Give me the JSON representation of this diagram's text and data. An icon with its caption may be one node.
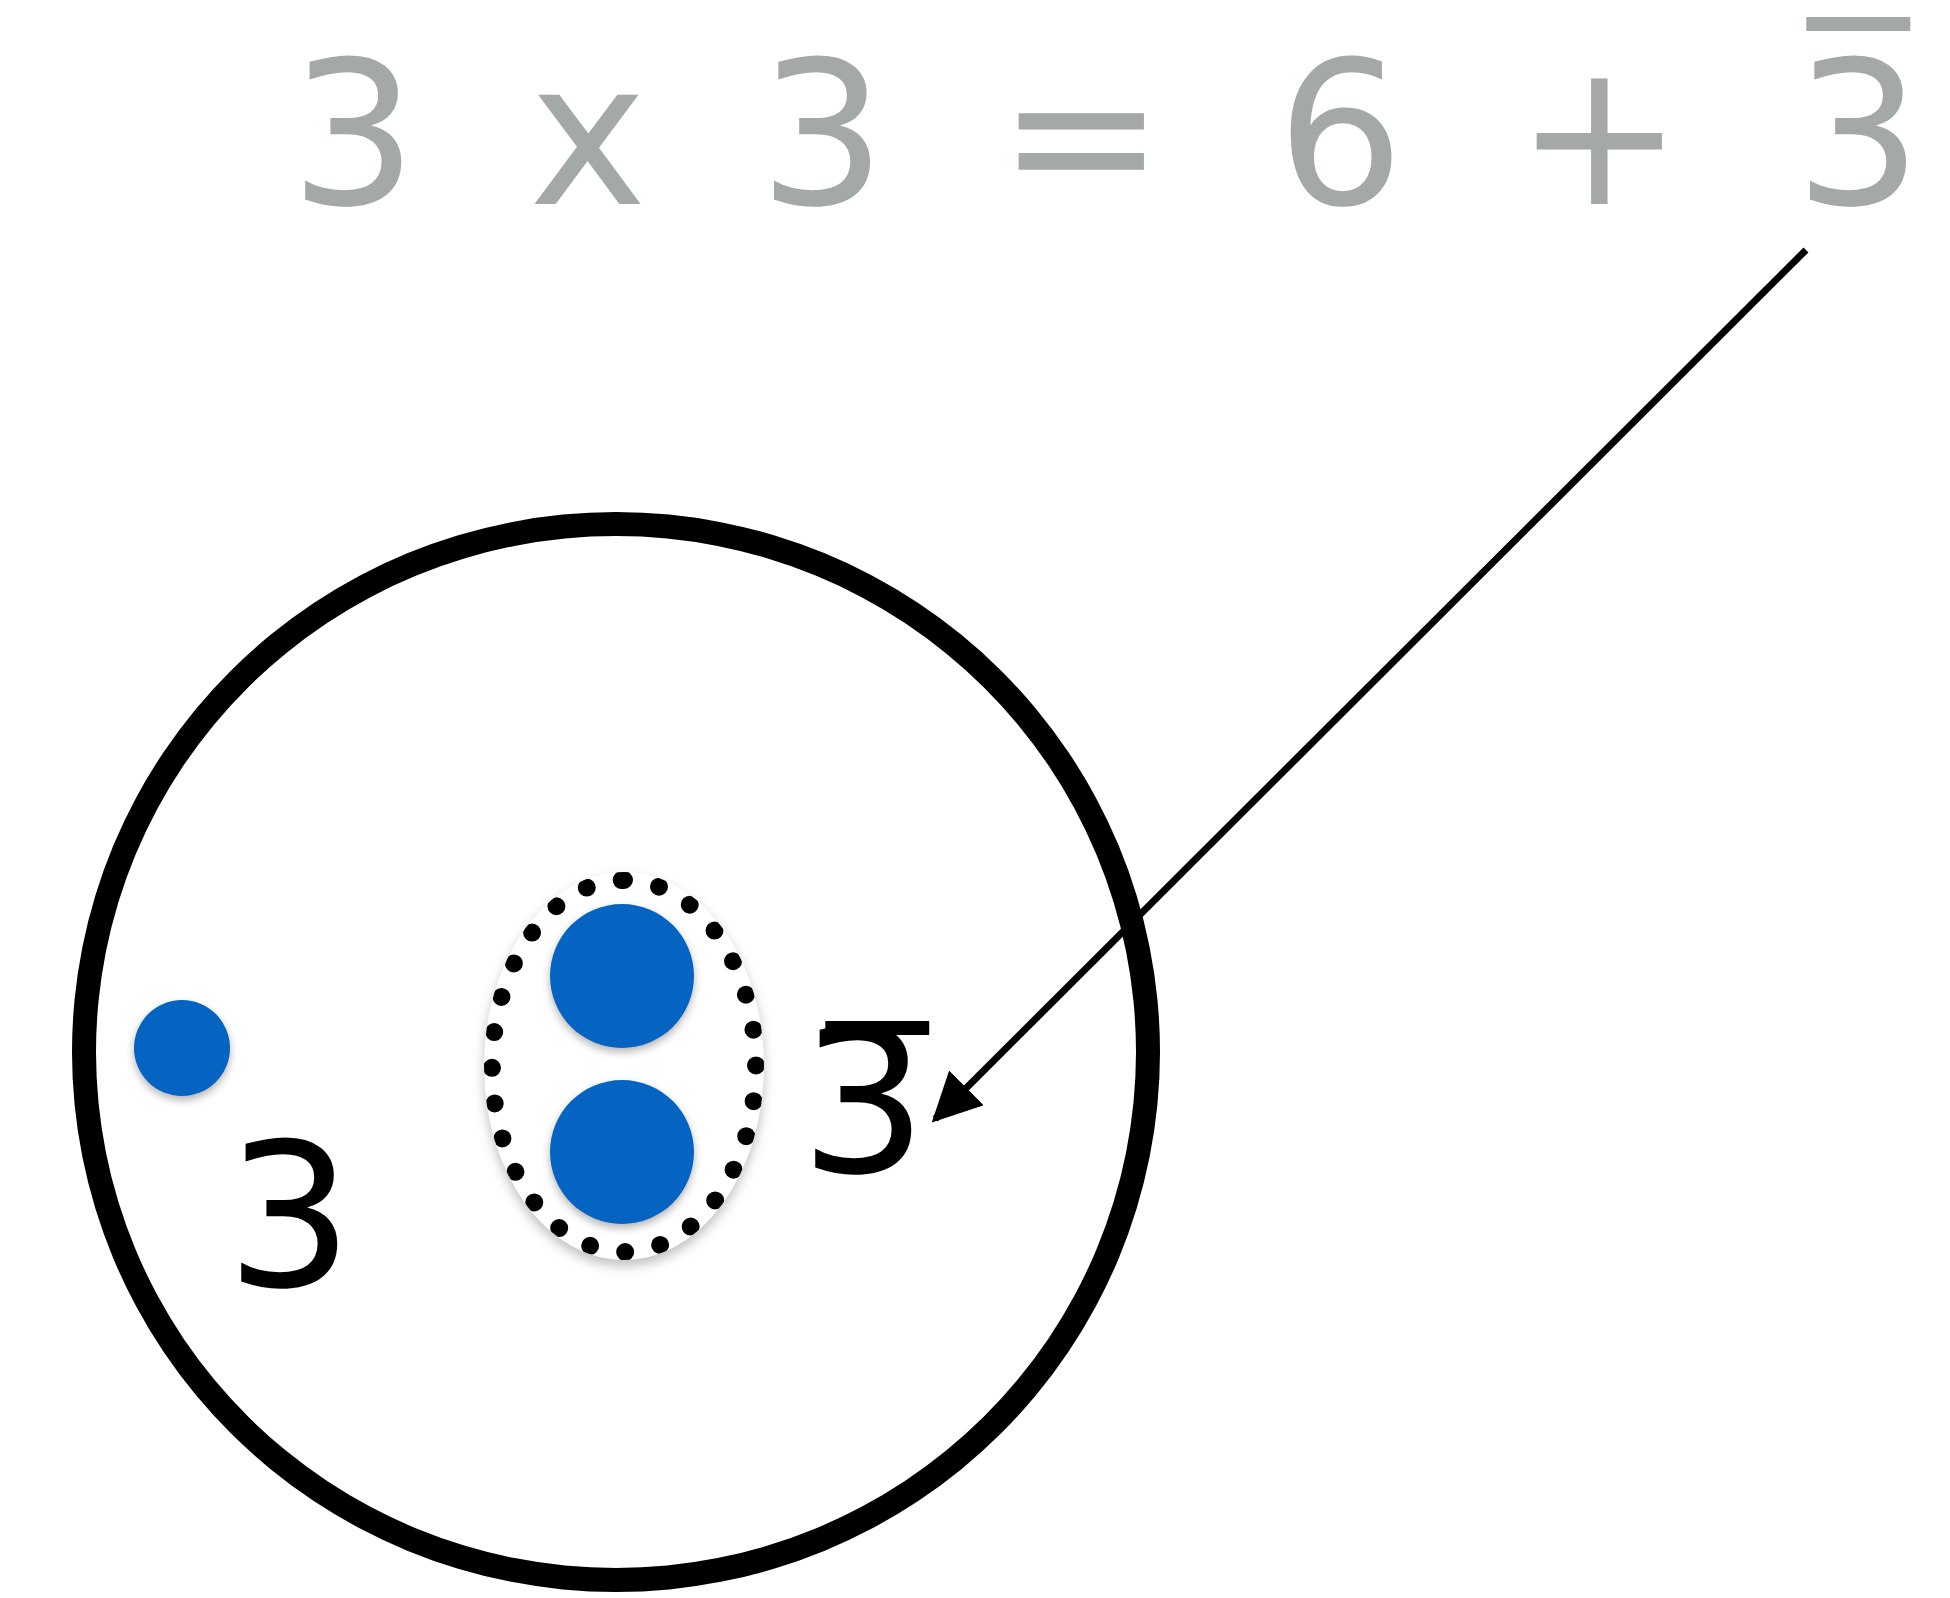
{
  "diagram": {
    "nodes": [
      {
        "text": [
          "3 x 3 = 6 + 3̅"
        ]
      },
      {
        "text": [],
        "shape": "circle"
      },
      {
        "text": [],
        "shape": "circle",
        "in": 1,
        "beside": [
          "3"
        ]
      },
      {
        "text": [],
        "shape": "ellipse",
        "in": 1
      },
      {
        "text": [],
        "shape": "circle",
        "in": 3
      },
      {
        "text": [],
        "shape": "circle",
        "in": 3
      },
      {
        "text": [
          "3̅"
        ],
        "in": 1
      }
    ],
    "edges": [
      {
        "from": 0,
        "to": 6,
        "arrow": "to"
      }
    ]
  }
}
